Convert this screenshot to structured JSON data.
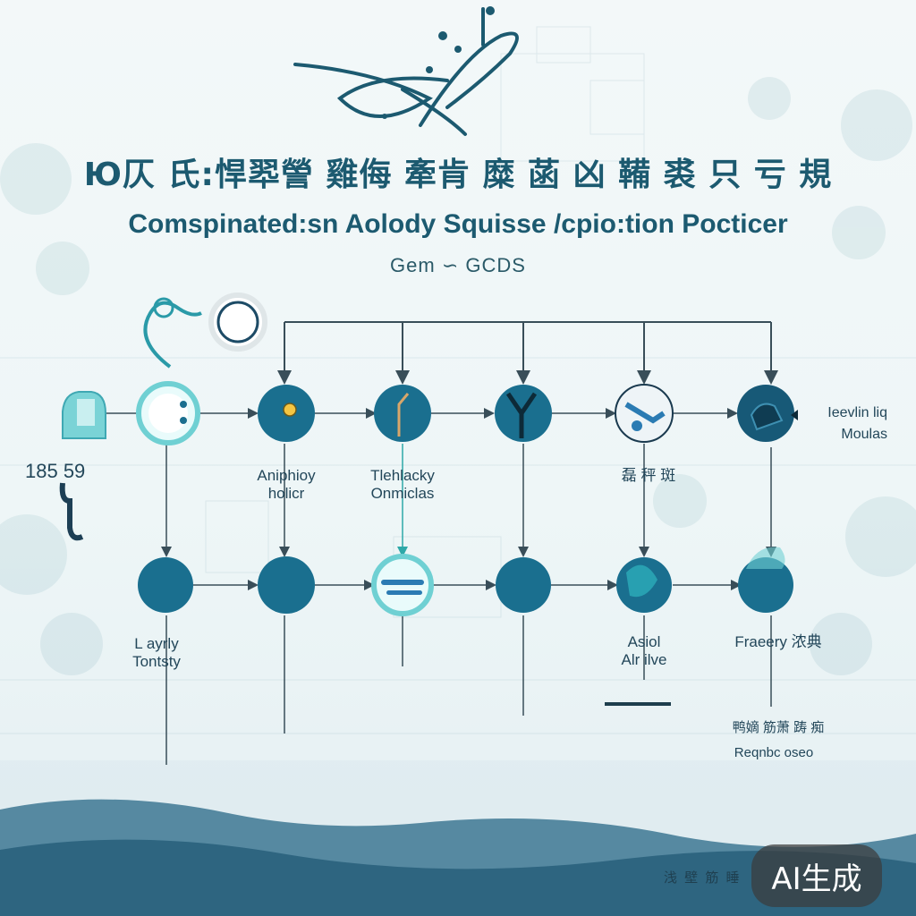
{
  "title_zh": "Ю仄 氏:悍翆謍 雞侮 牽肯 糜 菡 凶 鞴 裘 只 亏 規",
  "title_en": "Comspinated:sn Aolody  Squisse  /cpio:tion Pocticer",
  "subtitle": "Gem ∽ GCDS",
  "left_number": "185 59",
  "labels": {
    "top_2": [
      "Aniphioy",
      "holicr"
    ],
    "top_3": [
      "Tlehlacky",
      "Onmiclas"
    ],
    "top_5": "磊 秤 斑",
    "top_right": [
      "Ieevlin liq",
      "Moulas"
    ],
    "bottom_1": [
      "L ayrly",
      "Tontsty"
    ],
    "bottom_5": [
      "Asiol",
      "Alr ilve"
    ],
    "bottom_6": "Fraeery 浓典",
    "bottom_6_extra_zh": "鸭嫡 筋萧 踌 痴",
    "bottom_6_extra_en": "Reqnbc oseo"
  },
  "footer_mark": "浅 壁 筋 睡",
  "watermark": "AI生成",
  "colors": {
    "node": "#1a6f8f",
    "node_dark": "#175977",
    "line": "#394e59",
    "accent": "#6fd0d3",
    "wave": "#2e6580"
  },
  "icons": {
    "top_1": "eye-icon",
    "top_2": "dot-icon",
    "top_3": "tool-icon",
    "top_4": "fork-icon",
    "top_5": "microscope-icon",
    "top_6": "device-icon",
    "bottom_3": "pill-icon",
    "left_item": "bottle-icon",
    "handset": "handset-icon"
  }
}
